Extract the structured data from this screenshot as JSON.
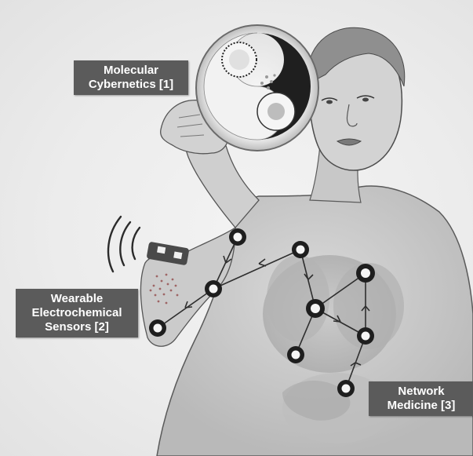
{
  "labels": {
    "molecular_cybernetics": {
      "line1": "Molecular",
      "line2": "Cybernetics [1]"
    },
    "wearable_sensors": {
      "line1": "Wearable",
      "line2": "Electrochemical",
      "line3": "Sensors [2]"
    },
    "network_medicine": {
      "line1": "Network",
      "line2": "Medicine [3]"
    }
  },
  "colors": {
    "label_bg": "#5b5b5b",
    "label_text": "#ffffff",
    "sketch_line": "#4a4a4a",
    "node_ring": "#1e1e1e",
    "sensor_dots": "#8a3a3a"
  }
}
